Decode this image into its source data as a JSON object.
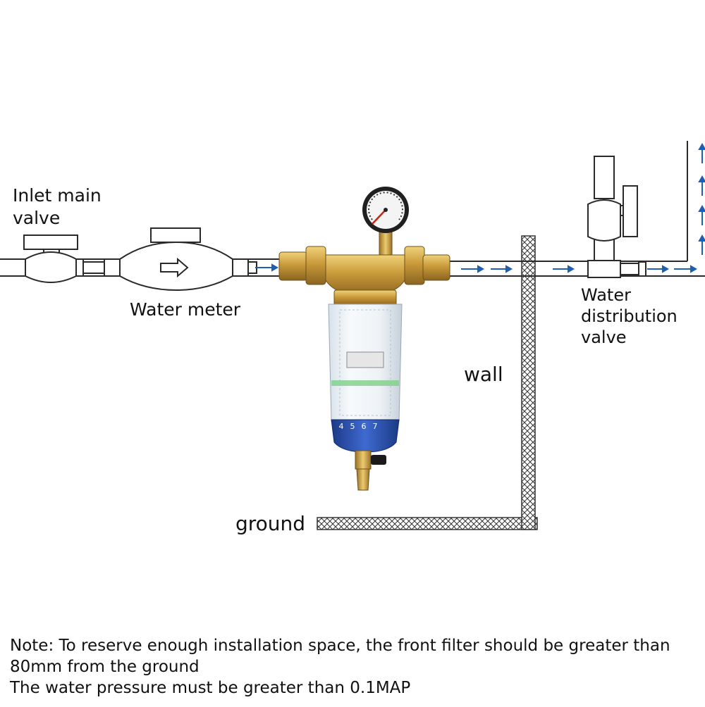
{
  "labels": {
    "inlet_valve": "Inlet main\nvalve",
    "water_meter": "Water meter",
    "distribution_valve": "Water\ndistribution\nvalve",
    "wall": "wall",
    "ground": "ground"
  },
  "note": {
    "line1": "Note: To reserve enough installation space, the front filter should be greater than 80mm from the ground",
    "line2": "The water pressure must be greater than 0.1MAP"
  },
  "filter": {
    "scale_numbers": [
      "4",
      "5",
      "6",
      "7"
    ]
  },
  "colors": {
    "pipe": "#2a2a2a",
    "flow_arrow": "#1f5fb0",
    "brass": "#c99a3a",
    "blue_cap": "#2a4fa8"
  }
}
